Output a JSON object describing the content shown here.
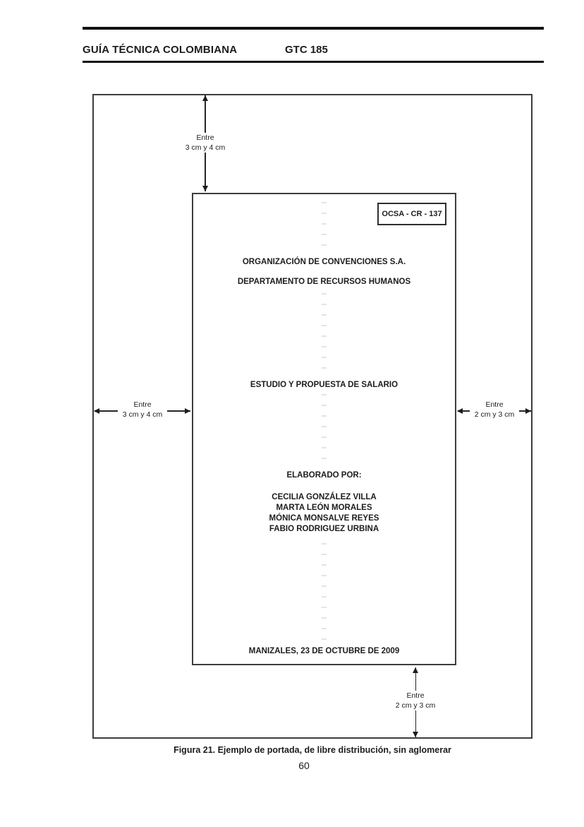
{
  "header": {
    "left_title": "GUÍA TÉCNICA COLOMBIANA",
    "doc_code": "GTC 185"
  },
  "figure": {
    "document_code": "OCSA - CR - 137",
    "organization": "ORGANIZACIÓN DE CONVENCIONES S.A.",
    "department": "DEPARTAMENTO DE RECURSOS HUMANOS",
    "title": "ESTUDIO Y PROPUESTA DE SALARIO",
    "elaborated_by_label": "ELABORADO POR:",
    "authors": [
      "CECILIA GONZÁLEZ VILLA",
      "MARTA LEÓN MORALES",
      "MÓNICA MONSALVE REYES",
      "FABIO RODRIGUEZ URBINA"
    ],
    "city_date": "MANIZALES, 23 DE OCTUBRE DE 2009",
    "margins": {
      "top": {
        "line1": "Entre",
        "line2": "3 cm y 4 cm"
      },
      "left": {
        "line1": "Entre",
        "line2": "3 cm y 4 cm"
      },
      "right": {
        "line1": "Entre",
        "line2": "2 cm y 3 cm"
      },
      "bottom": {
        "line1": "Entre",
        "line2": "2 cm y 3 cm"
      }
    }
  },
  "caption": "Figura 21. Ejemplo de portada, de libre distribución, sin aglomerar",
  "page_number": "60",
  "colors": {
    "ink": "#1c1c1c",
    "frame": "#3d3d3d",
    "dash": "#e4e4e4"
  }
}
